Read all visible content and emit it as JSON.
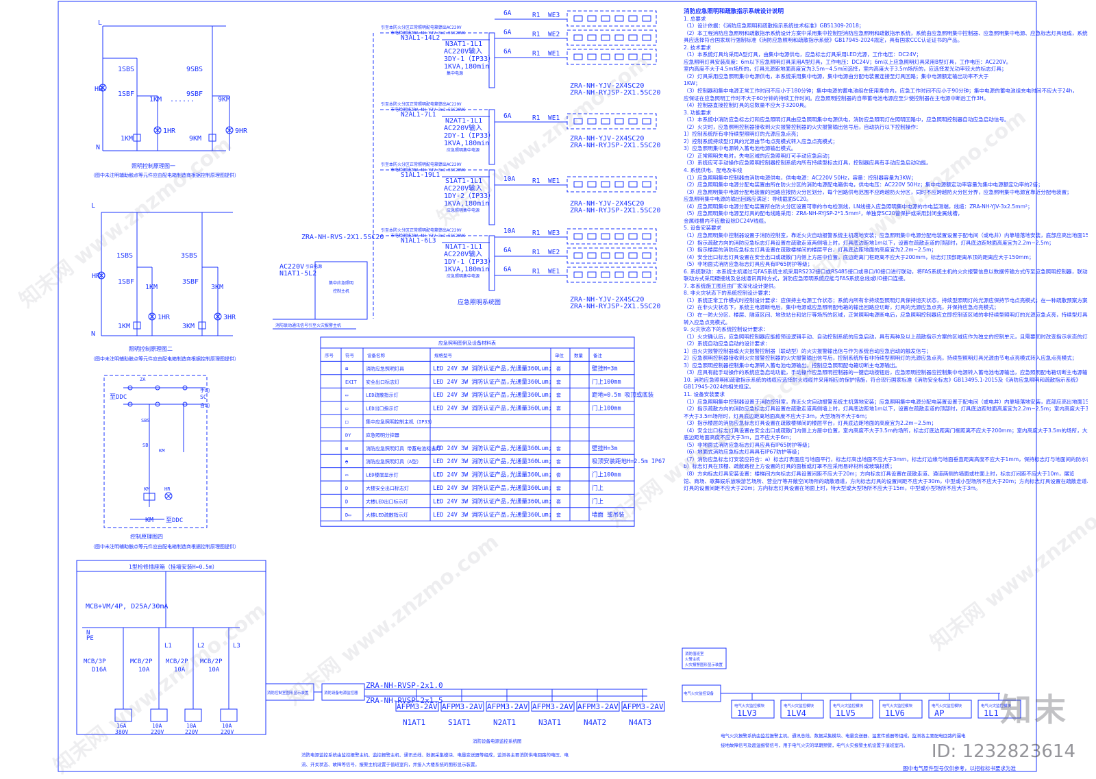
{
  "ctrl1": {
    "L": "L",
    "N": "N",
    "k1": "1SBS",
    "k2": "9SBS",
    "s1": "1SBF",
    "s2": "9SBF",
    "km1": "1KM",
    "km9": "9KM",
    "hr": "HR",
    "hr1": "1HR",
    "hr9": "9HR",
    "dots": "......",
    "title": "照明控制原理图一",
    "note": "（图中未注明辅助触点等元件应由配电箱制造商根据控制原理图提供）"
  },
  "ctrl2": {
    "L": "L",
    "N": "N",
    "k1": "1SBS",
    "k3": "3SBS",
    "s1": "1SBF",
    "s3": "3SBF",
    "km1": "1KM",
    "km3": "3KM",
    "hr": "HR",
    "hr1": "1HR",
    "hr3": "3HR",
    "title": "照明控制原理图二",
    "note": "（图中未注明辅助触点等元件应由配电箱制造商根据控制原理图提供）"
  },
  "ctrl4": {
    "za": "ZA",
    "ddc": "至DDC",
    "hand": "手动",
    "sc": "SC",
    "auto": "自动",
    "sbs": "SBS",
    "sb": "SB",
    "km": "KM",
    "hr": "HR",
    "ddc2": "至DDC",
    "title": "控制原理图四",
    "note": "（图中未注明辅助触点等元件应由配电箱制造商根据控制原理图提供）"
  },
  "box1": {
    "title": "1型检修插座箱（挂墙安装H=0.5m）",
    "main": "MCB+VM/4P, D25A/30mA",
    "pe": "PE",
    "n": "N",
    "l1": "L1",
    "l2": "L2",
    "l3": "L3",
    "b1": "MCB/3P",
    "b1r": "D16A",
    "b2": "MCB/2P",
    "b2r": "10A",
    "b3": "MCB/2P",
    "b3r": "10A",
    "b4": "MCB/2P",
    "b4r": "10A",
    "o1a": "16A",
    "o1b": "380V",
    "o2a": "10A",
    "o2b": "220V",
    "o3a": "10A",
    "o3b": "220V",
    "o4a": "10A",
    "o4b": "220V"
  },
  "emerg": {
    "title": "应急照明系统图",
    "feeders": [
      {
        "src": "引至本防火分区正常照明配电箱馈出AC220V",
        "src2": "市电检测线ZRA-NH-YJV-3x2.5SC20WC",
        "box": "N3AL1-14L2",
        "dev": "N3AT1-1L1",
        "v": "AC220V输入",
        "dy": "3DY-1（IP33）",
        "kva": "1KVA,180min",
        "sub": "集中电源"
      },
      {
        "src": "引至本防火分区正常照明配电箱馈出AC220V",
        "src2": "市电检测线ZRA-NH-YJV-3x2.5SC20WC",
        "box": "N2AL1-7L1",
        "dev": "N2AT1-1L1",
        "v": "AC220V输入",
        "dy": "2DY-1（IP33）",
        "kva": "1KVA,180min",
        "sub": "应急照明集中电源"
      },
      {
        "src": "引至本防火分区正常照明配电箱馈出AC220V",
        "src2": "市电检测线ZRA-NH-YJV-3x2.5SC20WC",
        "box": "S1AL1-19L1",
        "dev": "S1AT1-1L1",
        "v": "AC220V输入",
        "dy": "1DY-2（IP33）",
        "kva": "1KVA,180min",
        "sub": "应急照明集中电源"
      },
      {
        "src": "引至本防火分区正常照明配电箱馈出AC220V",
        "src2": "市电检测线ZRA-NH-YJV-3x2.5SC20WC",
        "box": "N1AL1-6L3",
        "dev": "N1AT1-1L1",
        "v": "AC220V输入",
        "dy": "1DY-1（IP33）",
        "kva": "1KVA,180min",
        "sub": "应急照明集中电源"
      }
    ],
    "bus": "ZRA-NH-RVS-2X1.5SC20",
    "ac": "AC220V",
    "acsrc": "引自电源",
    "ac2": "N1AT1-5L2",
    "host1": "集中应急照明",
    "host2": "控制主机",
    "link": "消防联动通讯信号引至火灾报警主机",
    "circ": [
      {
        "a": "6A",
        "r": "R1",
        "w": "WE3"
      },
      {
        "a": "6A",
        "r": "R1",
        "w": "WE2"
      },
      {
        "a": "6A",
        "r": "R1",
        "w": "WE1"
      },
      {
        "a": "6A",
        "r": "R1",
        "w": "WE1"
      },
      {
        "a": "10A",
        "r": "R1",
        "w": "WE1"
      },
      {
        "a": "10A",
        "r": "R1",
        "w": "WE3"
      },
      {
        "a": "6A",
        "r": "R1",
        "w": "WE2"
      },
      {
        "a": "6A",
        "r": "R1",
        "w": "WE1"
      }
    ],
    "cable1": "ZRA-NH-YJV-2X4SC20",
    "cable2": "ZRA-NH-RYJSP-2X1.5SC20"
  },
  "table": {
    "title": "应急照明图例及设备材料表",
    "headers": [
      "序号",
      "符号",
      "设备名称",
      "规格型号",
      "单位",
      "数量",
      "备注"
    ],
    "rows": [
      [
        "",
        "⊠",
        "消防应急照明灯具",
        "LED 24V 3W  消防认证产品,光通量360Lum;",
        "套",
        "",
        "壁挂H=3m"
      ],
      [
        "",
        "EXIT",
        "安全出口标志灯",
        "LED 24V 3W  消防认证产品,光通量360Lum;",
        "套",
        "",
        "门上100mm"
      ],
      [
        "",
        "▭",
        "LED疏散指示灯",
        "LED 24V 3W  消防认证产品,光通量360Lum;",
        "套",
        "",
        "距地=0.5m 吸顶或底装"
      ],
      [
        "",
        "▭",
        "LED出口指示灯",
        "LED 24V 3W  消防认证产品,光通量360Lum;",
        "套",
        "",
        "门上100mm"
      ],
      [
        "",
        "□",
        "集中应急照明控制主机（IP33）",
        "",
        "",
        "",
        ""
      ],
      [
        "",
        "DY",
        "应急照明分控器",
        "",
        "",
        "",
        ""
      ],
      [
        "",
        "⊠",
        "消防应急照明灯具 带蓄电池标志灯",
        "LED 24V 3W  消防认证产品,光通量360Lum;",
        "套",
        "",
        "壁挂H=3m"
      ],
      [
        "",
        "◓",
        "消防应急照明灯具（A型）",
        "LED 24V 3W  消防认证产品,光通量360Lum;",
        "套",
        "",
        "吸顶安装距地H=2.5m IP67"
      ],
      [
        "",
        "▭",
        "LED楼层显示灯",
        "LED 24V 3W  消防认证产品,光通量360Lum;",
        "套",
        "",
        "门上100mm"
      ],
      [
        "",
        "D",
        "大楼安全出口标志灯",
        "LED 24V 3W  消防认证产品,光通量360Lum;",
        "套",
        "",
        "门上"
      ],
      [
        "",
        "D",
        "大楼LED出口标示灯",
        "LED 24V 3W  消防认证产品,光通量360Lum;",
        "套",
        "",
        "门上"
      ],
      [
        "",
        "D▭",
        "大楼LED疏散指示灯",
        "LED 24V 3W  消防认证产品,光通量360Lum;",
        "套",
        "",
        "墙面 或吊装"
      ]
    ]
  },
  "bottom": {
    "box1": "消防控制室图形显示装置",
    "box2": "消防设备电源监控器",
    "c1": "ZRA-NH-RVSP-2x1.0",
    "c2": "ZRA-NH-RVSP-2x1.5",
    "mods": [
      "AFPM3-2AV",
      "AFPM3-2AV",
      "AFPM3-2AV",
      "AFPM3-2AV",
      "AFPM3-2AV",
      "AFPM3-2AV"
    ],
    "labels": [
      "N1AT1",
      "S1AT1",
      "N2AT1",
      "N3AT1",
      "N4AT2",
      "N4AT3"
    ],
    "title": "消防设备电源监控系统图",
    "desc1": "消防电源监控系统由监控报警主机、监控报警主机、通讯总线、数据采集模块、电量变送器等组成，监测各主要消防供电回路的电压、电",
    "desc2": "流、开关状态、故障等信号，报警主机设置于值班室内，并接入大楼系统的图形显示装置。",
    "r1": "消防值班室",
    "r2": "火警主机",
    "r3": "火灾报警图形显示装置",
    "r4": "电气火灾监控设备",
    "efm": [
      "1LV3",
      "1LV4",
      "1LV5",
      "1LV6",
      "AP",
      "1L1"
    ],
    "efmh": "电气火灾监控模块",
    "efd1": "电气火灾报警系统由监控报警主机、通讯总线、数据采集模块、电量变送器、温度传感器等组成，监测各主要配电回路的漏电",
    "efd2": "接地故障信号及超温报警信号，用于电气火灾的早期预警，电气火灾报警主机设置于值班室内。"
  },
  "notes": {
    "title": "消防应急照明和疏散指示系统设计说明",
    "lines": [
      "1. 总要求",
      "（1）设计依据：《消防应急照明和疏散指示系统技术标准》GB51309-2018；",
      "（2）本工程消防应急照明和疏散指示系统设计方案中采用集中控制型消防应急照明和疏散指示系统，系统由应急照明集中控制器、应急照明集中电源、应急标志灯具组成，系统设备及灯",
      "具应选择符合国家现行强制标准《消防应急照明和疏散指示系统》GB17945-2024规定，具有国家CCC认证证书的产品。",
      "2. 技术要求",
      "（1）本系统灯具均采用A型灯具，由集中电源供电，应急标志灯具采用LED光源，工作电压：DC24V；",
      "应急照明灯具安装高度：6m以下应急照明灯具采用A型灯具，工作电压：DC24V；6m以上应急照明灯具采用B型灯具，工作电压：AC220V。",
      "室内高度不大于4.5m场所的，灯具光源距地面高度宜为3.5m~4.5m间选择，室内高度大于3.5m场所的，应选择发光功率较大的标志灯具；",
      "（2）灯具采用应急照明集中电源供电，本系统采用集中电源，集中电源由分配电装置连接至灯具回路；集中电源额定输出功率不大于",
      "1KW；",
      "（3）控制器和集中电源正常工作时间不应小于180分钟；集中电源的蓄电池组在使用寿命内，应急工作时间不应小于90分钟；集中电源的蓄电池组充电时间不应大于24h，",
      "应保证在应急照明工作时不大于60分钟的持续工作时间。应急照明控制器的自带蓄电池电源应至少使控制器在主电源中断后工作3H。",
      "（4）控制器直接控制灯具的总数量不应大于3200具。",
      "3. 功能要求",
      "（1）本系统中消防应急标志灯和应急照明灯具由应急照明集中电源供电，消防应急照明灯在照明回路中，应急照明控制器自动应急启动信号。",
      "（2）火灾时，应急照明控制器接收到火灾报警控制器的火灾报警输出信号后，自动执行以下控制操作：",
      "1）控制系统所有非持续型照明灯的光源应急点亮；",
      "2）控制系统持续型灯具的光源由节电点亮模式转入应急点亮模式；",
      "3）应急照明集中电源转入蓄电池电源输出模式。",
      "（2）正常照明失电时，失电区域的应急照明灯可手动应急启动；",
      "（3）系统应可手动操作应急照明控制器控制系统内所有持续型标志灯具，控制器应具有手动应急启动功能。",
      "4. 系统供电、配电及布线",
      "（1）应急照明集中控制器由消防电源供电，供电电源：AC220V 50Hz，容量：控制器容量为3KW；",
      "（2）应急照明集中电源分配电装置由所在防火分区的消防电源配电箱供电，供电电压：AC220V 50Hz；集中电源额定功率容量为集中电源额定功率的2倍；",
      "（3）应急照明集中电源分配电装置的回路应按防火分区划分，每个回路供电范围不应跨越防火分区，同时不应跨越防火分区分界，应急照明集中电源宜靠近分配电装置；",
      "应急照明集中电源的输出回路应满足：导线截面SC20。",
      "（4）应急照明集中电源分配电装置所在防火分区设置可靠的市电检测线，LN线接入应急照明集中电源的市电监测端，线缆：ZRA-NH-YJV-3x2.5mm²；",
      "（5）应急照明集中电源至灯具的配电线路采用：ZRA-NH-RYJSP-2*1.5mm²，单独穿SC20管保护或采用封闭金属线槽，",
      "金属线槽内不应敷设除DC24V线缆。",
      "5. 设备安装要求",
      "（1）应急照明集中控制器设置于消防控制室，靠近火灾自动报警系统主机落地安装；应急照明集中电源分配电装置设置于配电间（或电井）内靠墙落地安装，底部应高出地面150mm以上，做基础或基座安装。",
      "（2）指示疏散方向的消防应急标志灯具设置在疏散走道两侧墙上时，灯具底边距地1m以下，设置在疏散走道的顶部时，灯具底边距地面高度宜为2.2m~2.5m；",
      "（3）指示楼层的消防应急标志灯具设置在疏散楼梯间的楼层平台，灯具底边距地面的高度宜为2.2m~2.5m；",
      "（4）安全出口标志灯具设置在安全出口或疏散门内侧上方居中位置，底边距离门框距离不应大于200mm，标志灯顶部距离吊顶的距离应大于150mm；",
      "（5）非地面式消防应急标志灯具应具有IP65防护等级；",
      "6. 系统联动：本系统主机通过与FAS系统主机采用RS232接口或RS485接口或串口/I0接口进行联动，将FAS系统主机的火灾报警信息以数据传输方式传至应急照明控制器，联动控制系统内消防应急照明和疏散指示工作状态，",
      "联动方式采用硬接线及总线通讯两种方式，消防应急照明系统应能与FAS系统总线或I/O接口连接。",
      "7. 本系统施工图应由厂家深化设计提供。",
      "8. 非火灾状态下的系统控制设计要求：",
      "（1）系统正常工作模式时控制设计要求：应保持主电源工作状态；系统内所有非持续型照明灯具保持熄灭状态，持续型照明灯的光源应保持节电点亮模式；在一种疏散预案方案的区域，",
      "（2）在非火灾状态下，系统主电源断电后，集中电源或应急照明配电箱的输出回路应切断，灯具的光源应急点亮，并保持应急点亮模式；",
      "（3）在一防火分区、楼层、隧道区间、地铁站台和站厅等场所的区域，正常照明电源断电后，应急照明控制器应立即控制该区域的非持续型照明灯的光源应急点亮，持续型灯具的光源由节电点亮模式",
      "转入应急点亮模式。",
      "9. 火灾状态下的系统控制设计要求：",
      "（1）火灾确认后，应急照明控制器应能按预设逻辑手动、自动控制系统的应急启动，具有两种及以上疏散指示方案的区域应作为独立的控制单元，且需要同时改变指示状态的灯具应作为一个灯具组。",
      "（2）系统自动应急启动的设计要求：",
      "1）由火灾报警控制器或火灾报警控制器（联动型）的火灾报警输出信号作为系统自动应急启动的触发信号；",
      "2）应急照明控制器接收到火灾报警控制器的火灾报警输出信号后，控制系统所有非持续型照明灯的光源应急点亮，持续型照明灯具光源由节电点亮模式转入应急点亮模式；",
      "3）应急照明控制器控制集中电源转入蓄电池电源输出，控制应急照明配电箱切断主电源输出。",
      "（3）应具有能手动操作的系统应急启动功能，手动操作应急照明控制器的一键启动按钮后，应急照明控制器应控制集中电源转入蓄电池电源输出，应急照明配电箱切断主电源输出，并控制所有非持续型灯具光源应急点亮，持续型灯具的光源由节电点亮模式转入应急点亮模式。",
      "10. 消防应急照明和疏散指示系统的线缆应选择耐火线缆并采用相应的保护措施，符合现行国家标准《消防安全标志》GB13495.1-2015及《消防应急照明和疏散指示系统》",
      "GB17945-2024的相关规定。",
      "11. 设备安装要求",
      "（1）应急照明集中控制器设置于消防控制室，靠近火灾自动报警系统主机落地安装；应急照明集中电源分配电装置设置于配电间（或电井）内靠墙落地安装，底部应高出地面150mm以上，做基础或基座安装。",
      "（2）指示疏散方向的消防应急标志灯具设置在疏散走道两侧墙上时，灯具底边距地1m以下，设置在疏散走道的顶部时，灯具底边距地面高度宜为2.2m~2.5m；室内高度大于3.5m场所，标志灯顶部距离吊顶高度不大于3.5m，",
      "不大于3.5m场所时，灯具底边距离地面高度不应大于3m，大型场所不大于6m；",
      "（3）指示楼层的消防应急标志灯具设置在疏散楼梯间的楼层平台，灯具底边距地面的高度宜为2.2m~2.5m；",
      "（4）安全出口标志灯具设置在安全出口或疏散门内侧上方居中位置，室内高度不大于3.5m的场所，标志灯底边距离门框距离不应大于200mm；室内高度大于3.5m的场所，大型场所",
      "底边距地面高度不应大于3m，且不应大于6m；",
      "（5）非地面式消防应急标志灯具应具有IP65防护等级；",
      "（6）地面式消防应急标志灯具具有IP67防护等级；",
      "（7）消防应急标志灯安装应符合：a）标志灯表面应与地面平行，标志灯高出地面不应大于3mm，标志灯边缘与地面垂直距离高度不应大于1mm，保持标志灯与地面间的防水密封。",
      "b）标志灯具在顶棚、疏散路径上方设置的灯具的面板或灯罩不应采用易碎材料或玻璃材质；",
      "（8）方向标志灯具安装设置：楼梯间方向标志灯具设置间距不应大于20m；方向标志灯具设置在疏散走道、通道两侧的墙面或柱面上时，标志灯间距不应大于10m，展览",
      "馆、商场、歌舞娱乐放映游艺场所、营业厅等开敞空间场所的疏散通道，方向标志灯具的设置间距不应大于30m，中型或小型场所不应大于20m；方向标志灯具设置在疏散走道、通道上方时",
      "灯具的设置间距不应大于20m；方向标志灯具设置在地面上时，特大型或大型场所不应大于15m，中型或小型场所不应大于3m。"
    ]
  },
  "misc": {
    "brand": "知末",
    "id": "ID: 1232823614",
    "footer": "图中电气原件型号仅供参考，以招标标书要求为准",
    "wm": "知末网 www.znzmo.com"
  }
}
